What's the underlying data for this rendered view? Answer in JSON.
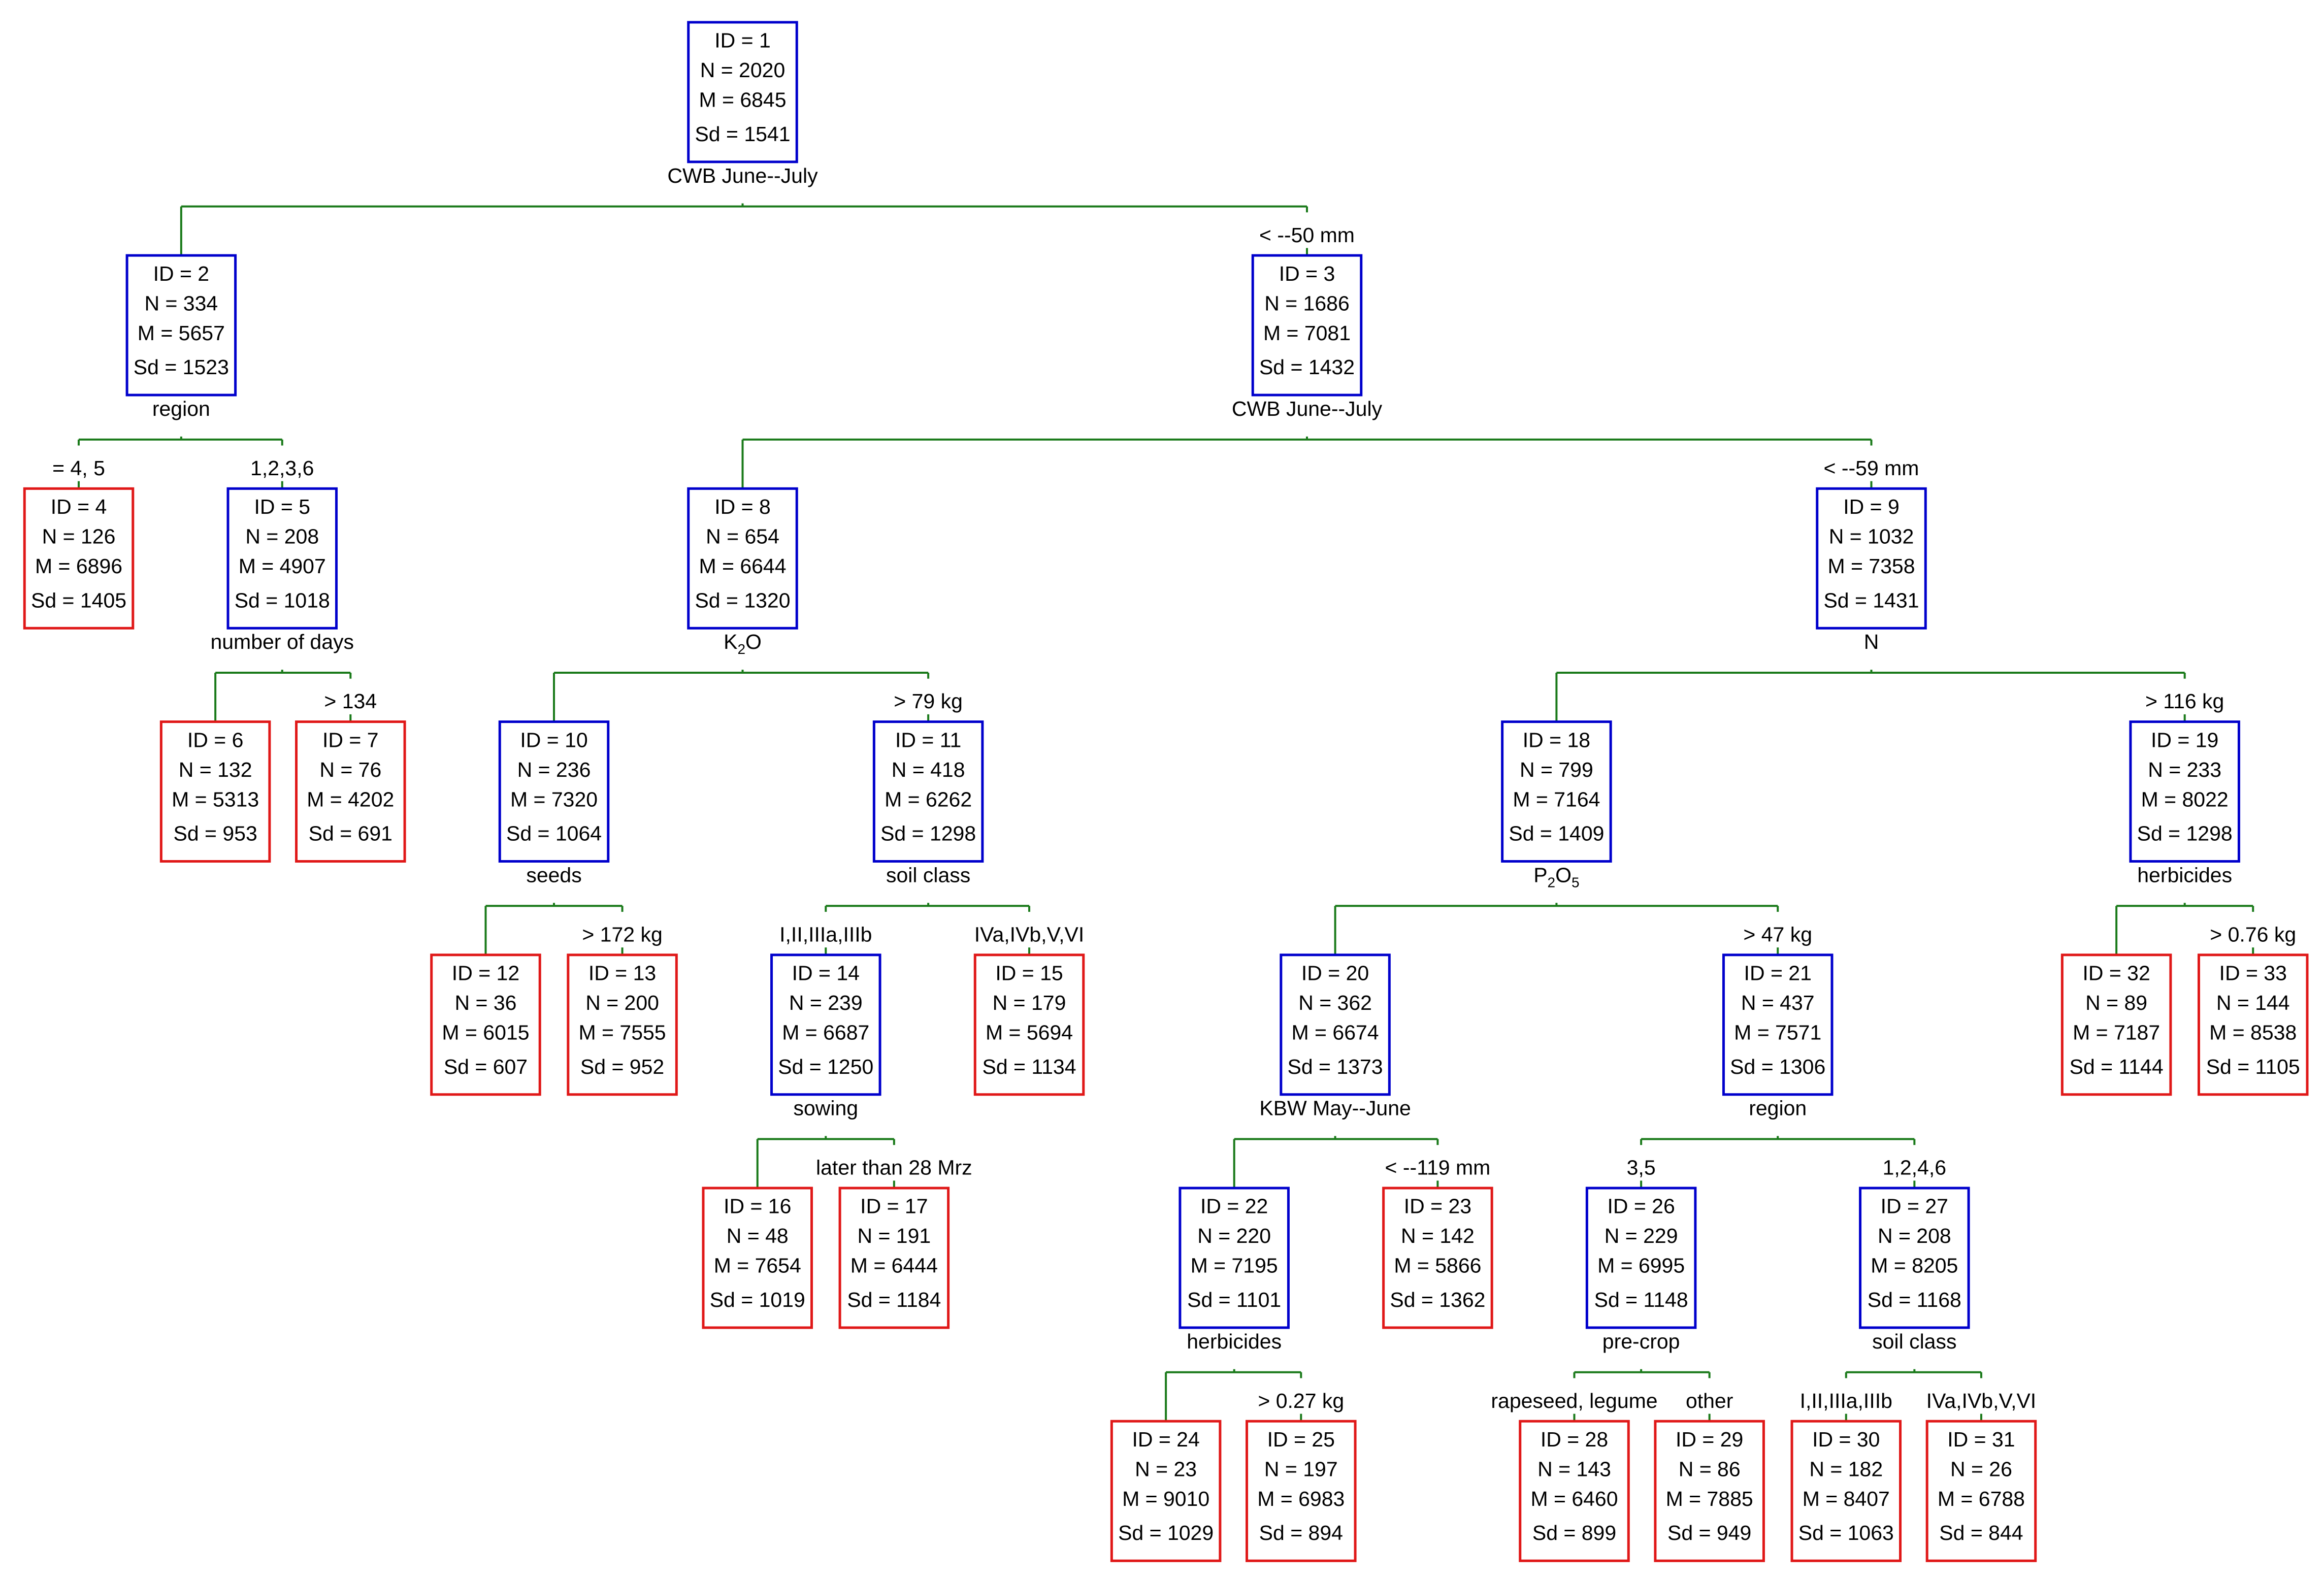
{
  "colors": {
    "internal_node_border": "#0000cc",
    "terminal_node_border": "#e01818",
    "edge": "#1a7a1a",
    "text": "#000000"
  },
  "nodes": [
    {
      "id": "1",
      "lines": [
        "ID = 1",
        "N = 2020",
        "M = 6845",
        "Sd = 1541"
      ],
      "type": "internal",
      "split": "CWB June--July"
    },
    {
      "id": "2",
      "lines": [
        "ID = 2",
        "N = 334",
        "M = 5657",
        "Sd = 1523"
      ],
      "type": "internal",
      "split": "region"
    },
    {
      "id": "3",
      "lines": [
        "ID = 3",
        "N = 1686",
        "M = 7081",
        "Sd = 1432"
      ],
      "type": "internal",
      "split": "CWB June--July",
      "branch_label": "<  --50 mm"
    },
    {
      "id": "4",
      "lines": [
        "ID = 4",
        "N = 126",
        "M = 6896",
        "Sd = 1405"
      ],
      "type": "terminal",
      "branch_label": "= 4, 5"
    },
    {
      "id": "5",
      "lines": [
        "ID = 5",
        "N = 208",
        "M = 4907",
        "Sd = 1018"
      ],
      "type": "internal",
      "split": "number of days",
      "branch_label": "1,2,3,6"
    },
    {
      "id": "6",
      "lines": [
        "ID = 6",
        "N = 132",
        "M = 5313",
        "Sd = 953"
      ],
      "type": "terminal"
    },
    {
      "id": "7",
      "lines": [
        "ID = 7",
        "N = 76",
        "M = 4202",
        "Sd = 691"
      ],
      "type": "terminal",
      "branch_label": "> 134"
    },
    {
      "id": "8",
      "lines": [
        "ID = 8",
        "N = 654",
        "M = 6644",
        "Sd = 1320"
      ],
      "type": "internal",
      "split_main": "K",
      "split_sub": "2",
      "split_tail": "O"
    },
    {
      "id": "9",
      "lines": [
        "ID = 9",
        "N = 1032",
        "M = 7358",
        "Sd = 1431"
      ],
      "type": "internal",
      "split": "N",
      "branch_label": "<  --59 mm"
    },
    {
      "id": "10",
      "lines": [
        "ID = 10",
        "N = 236",
        "M = 7320",
        "Sd = 1064"
      ],
      "type": "internal",
      "split": "seeds"
    },
    {
      "id": "11",
      "lines": [
        "ID = 11",
        "N = 418",
        "M = 6262",
        "Sd = 1298"
      ],
      "type": "internal",
      "split": "soil class",
      "branch_label": "> 79 kg"
    },
    {
      "id": "12",
      "lines": [
        "ID = 12",
        "N = 36",
        "M = 6015",
        "Sd = 607"
      ],
      "type": "terminal"
    },
    {
      "id": "13",
      "lines": [
        "ID = 13",
        "N = 200",
        "M = 7555",
        "Sd = 952"
      ],
      "type": "terminal",
      "branch_label": "> 172 kg"
    },
    {
      "id": "14",
      "lines": [
        "ID = 14",
        "N = 239",
        "M = 6687",
        "Sd = 1250"
      ],
      "type": "internal",
      "split": "sowing",
      "branch_label": "I,II,IIIa,IIIb"
    },
    {
      "id": "15",
      "lines": [
        "ID = 15",
        "N = 179",
        "M = 5694",
        "Sd = 1134"
      ],
      "type": "terminal",
      "branch_label": "IVa,IVb,V,VI"
    },
    {
      "id": "16",
      "lines": [
        "ID = 16",
        "N = 48",
        "M = 7654",
        "Sd = 1019"
      ],
      "type": "terminal"
    },
    {
      "id": "17",
      "lines": [
        "ID = 17",
        "N = 191",
        "M = 6444",
        "Sd = 1184"
      ],
      "type": "terminal",
      "branch_label": "later than 28 Mrz"
    },
    {
      "id": "18",
      "lines": [
        "ID = 18",
        "N = 799",
        "M = 7164",
        "Sd = 1409"
      ],
      "type": "internal",
      "split_main": "P",
      "split_sub": "2",
      "split_tail": "O",
      "split_sub2": "5"
    },
    {
      "id": "19",
      "lines": [
        "ID = 19",
        "N = 233",
        "M = 8022",
        "Sd = 1298"
      ],
      "type": "internal",
      "split": "herbicides",
      "branch_label": "> 116 kg"
    },
    {
      "id": "20",
      "lines": [
        "ID = 20",
        "N = 362",
        "M = 6674",
        "Sd = 1373"
      ],
      "type": "internal",
      "split": "KBW May--June"
    },
    {
      "id": "21",
      "lines": [
        "ID = 21",
        "N = 437",
        "M = 7571",
        "Sd = 1306"
      ],
      "type": "internal",
      "split": "region",
      "branch_label": "> 47 kg"
    },
    {
      "id": "22",
      "lines": [
        "ID = 22",
        "N = 220",
        "M = 7195",
        "Sd = 1101"
      ],
      "type": "internal",
      "split": "herbicides"
    },
    {
      "id": "23",
      "lines": [
        "ID = 23",
        "N = 142",
        "M = 5866",
        "Sd = 1362"
      ],
      "type": "terminal",
      "branch_label": "<  --119 mm"
    },
    {
      "id": "24",
      "lines": [
        "ID = 24",
        "N = 23",
        "M = 9010",
        "Sd = 1029"
      ],
      "type": "terminal"
    },
    {
      "id": "25",
      "lines": [
        "ID = 25",
        "N = 197",
        "M = 6983",
        "Sd = 894"
      ],
      "type": "terminal",
      "branch_label": "> 0.27 kg"
    },
    {
      "id": "26",
      "lines": [
        "ID = 26",
        "N = 229",
        "M = 6995",
        "Sd = 1148"
      ],
      "type": "internal",
      "split": "pre-crop",
      "branch_label": "3,5"
    },
    {
      "id": "27",
      "lines": [
        "ID = 27",
        "N = 208",
        "M = 8205",
        "Sd = 1168"
      ],
      "type": "internal",
      "split": "soil class",
      "branch_label": "1,2,4,6"
    },
    {
      "id": "28",
      "lines": [
        "ID = 28",
        "N = 143",
        "M = 6460",
        "Sd = 899"
      ],
      "type": "terminal",
      "branch_label": "rapeseed, legume"
    },
    {
      "id": "29",
      "lines": [
        "ID = 29",
        "N = 86",
        "M = 7885",
        "Sd = 949"
      ],
      "type": "terminal",
      "branch_label": "other"
    },
    {
      "id": "30",
      "lines": [
        "ID = 30",
        "N = 182",
        "M = 8407",
        "Sd = 1063"
      ],
      "type": "terminal",
      "branch_label": "I,II,IIIa,IIIb"
    },
    {
      "id": "31",
      "lines": [
        "ID = 31",
        "N = 26",
        "M = 6788",
        "Sd = 844"
      ],
      "type": "terminal",
      "branch_label": "IVa,IVb,V,VI"
    },
    {
      "id": "32",
      "lines": [
        "ID = 32",
        "N = 89",
        "M = 7187",
        "Sd = 1144"
      ],
      "type": "terminal"
    },
    {
      "id": "33",
      "lines": [
        "ID = 33",
        "N = 144",
        "M = 8538",
        "Sd = 1105"
      ],
      "type": "terminal",
      "branch_label": "> 0.76 kg"
    }
  ],
  "edges": [
    [
      "1",
      "2"
    ],
    [
      "1",
      "3"
    ],
    [
      "2",
      "4"
    ],
    [
      "2",
      "5"
    ],
    [
      "5",
      "6"
    ],
    [
      "5",
      "7"
    ],
    [
      "3",
      "8"
    ],
    [
      "3",
      "9"
    ],
    [
      "8",
      "10"
    ],
    [
      "8",
      "11"
    ],
    [
      "10",
      "12"
    ],
    [
      "10",
      "13"
    ],
    [
      "11",
      "14"
    ],
    [
      "11",
      "15"
    ],
    [
      "14",
      "16"
    ],
    [
      "14",
      "17"
    ],
    [
      "9",
      "18"
    ],
    [
      "9",
      "19"
    ],
    [
      "18",
      "20"
    ],
    [
      "18",
      "21"
    ],
    [
      "20",
      "22"
    ],
    [
      "20",
      "23"
    ],
    [
      "22",
      "24"
    ],
    [
      "22",
      "25"
    ],
    [
      "21",
      "26"
    ],
    [
      "21",
      "27"
    ],
    [
      "26",
      "28"
    ],
    [
      "26",
      "29"
    ],
    [
      "27",
      "30"
    ],
    [
      "27",
      "31"
    ],
    [
      "19",
      "32"
    ],
    [
      "19",
      "33"
    ]
  ]
}
